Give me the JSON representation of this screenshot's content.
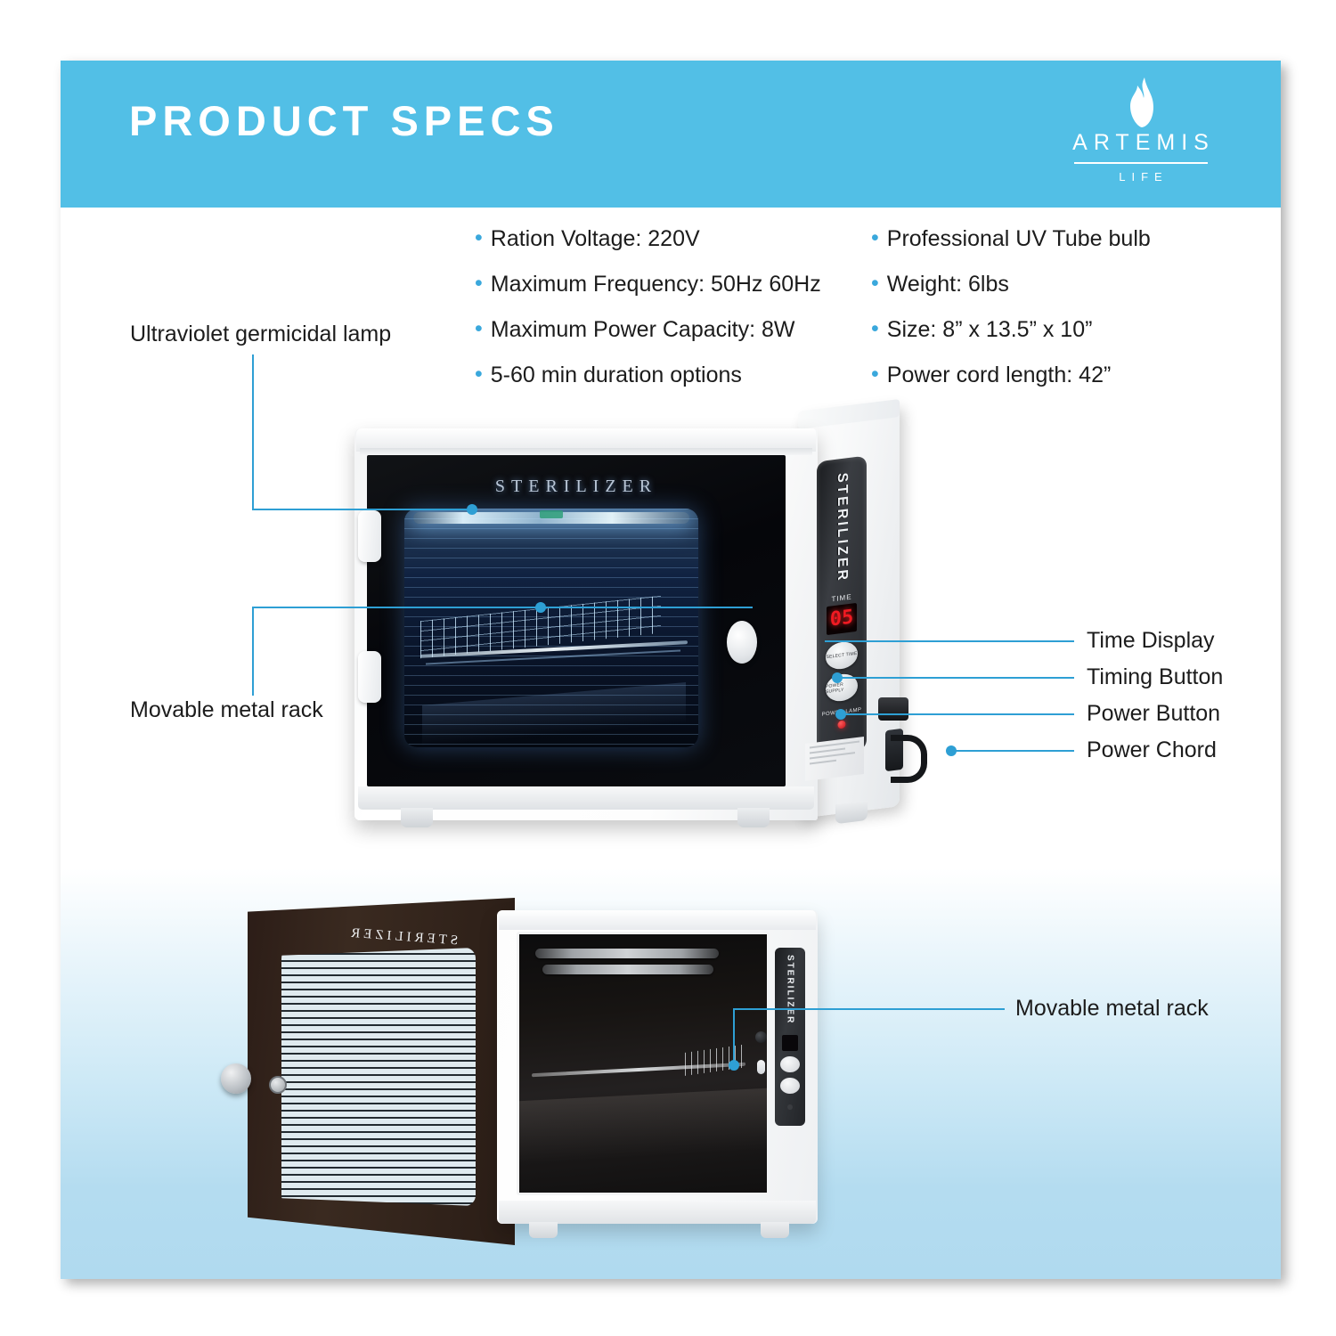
{
  "header": {
    "title": "PRODUCT SPECS",
    "accent_color": "#52bfe6",
    "logo": {
      "icon": "flame-icon",
      "name": "ARTEMIS",
      "sub": "LIFE"
    }
  },
  "specs": {
    "left_column": [
      {
        "bullet": "•",
        "text": "Ration Voltage: 220V"
      },
      {
        "bullet": "•",
        "text": "Maximum Frequency: 50Hz 60Hz"
      },
      {
        "bullet": "•",
        "text": "Maximum Power Capacity: 8W"
      },
      {
        "bullet": "•",
        "text": "5-60 min duration options"
      }
    ],
    "right_column": [
      {
        "bullet": "•",
        "text": "Professional UV Tube bulb"
      },
      {
        "bullet": "•",
        "text": "Weight: 6lbs"
      },
      {
        "bullet": "•",
        "text": "Size: 8” x 13.5” x 10”"
      },
      {
        "bullet": "•",
        "text": "Power cord length: 42”"
      }
    ]
  },
  "callouts": {
    "uv_lamp": "Ultraviolet germicidal lamp",
    "rack_top": "Movable metal rack",
    "time_display": "Time Display",
    "timing_button": "Timing Button",
    "power_button": "Power Button",
    "power_cord": "Power Chord",
    "rack_bottom": "Movable metal rack",
    "line_color": "#2e9fd4"
  },
  "product_main": {
    "door_brand": "STERILIZER",
    "panel_brand": "STERILIZER",
    "time_label": "TIME",
    "display_value": "05",
    "select_button": "SELECT TIME",
    "power_button": "POWER SUPPLY",
    "lamp_label": "POWER LAMP"
  },
  "product_open": {
    "door_brand": "STERILIZER",
    "panel_brand": "STERILIZER"
  }
}
